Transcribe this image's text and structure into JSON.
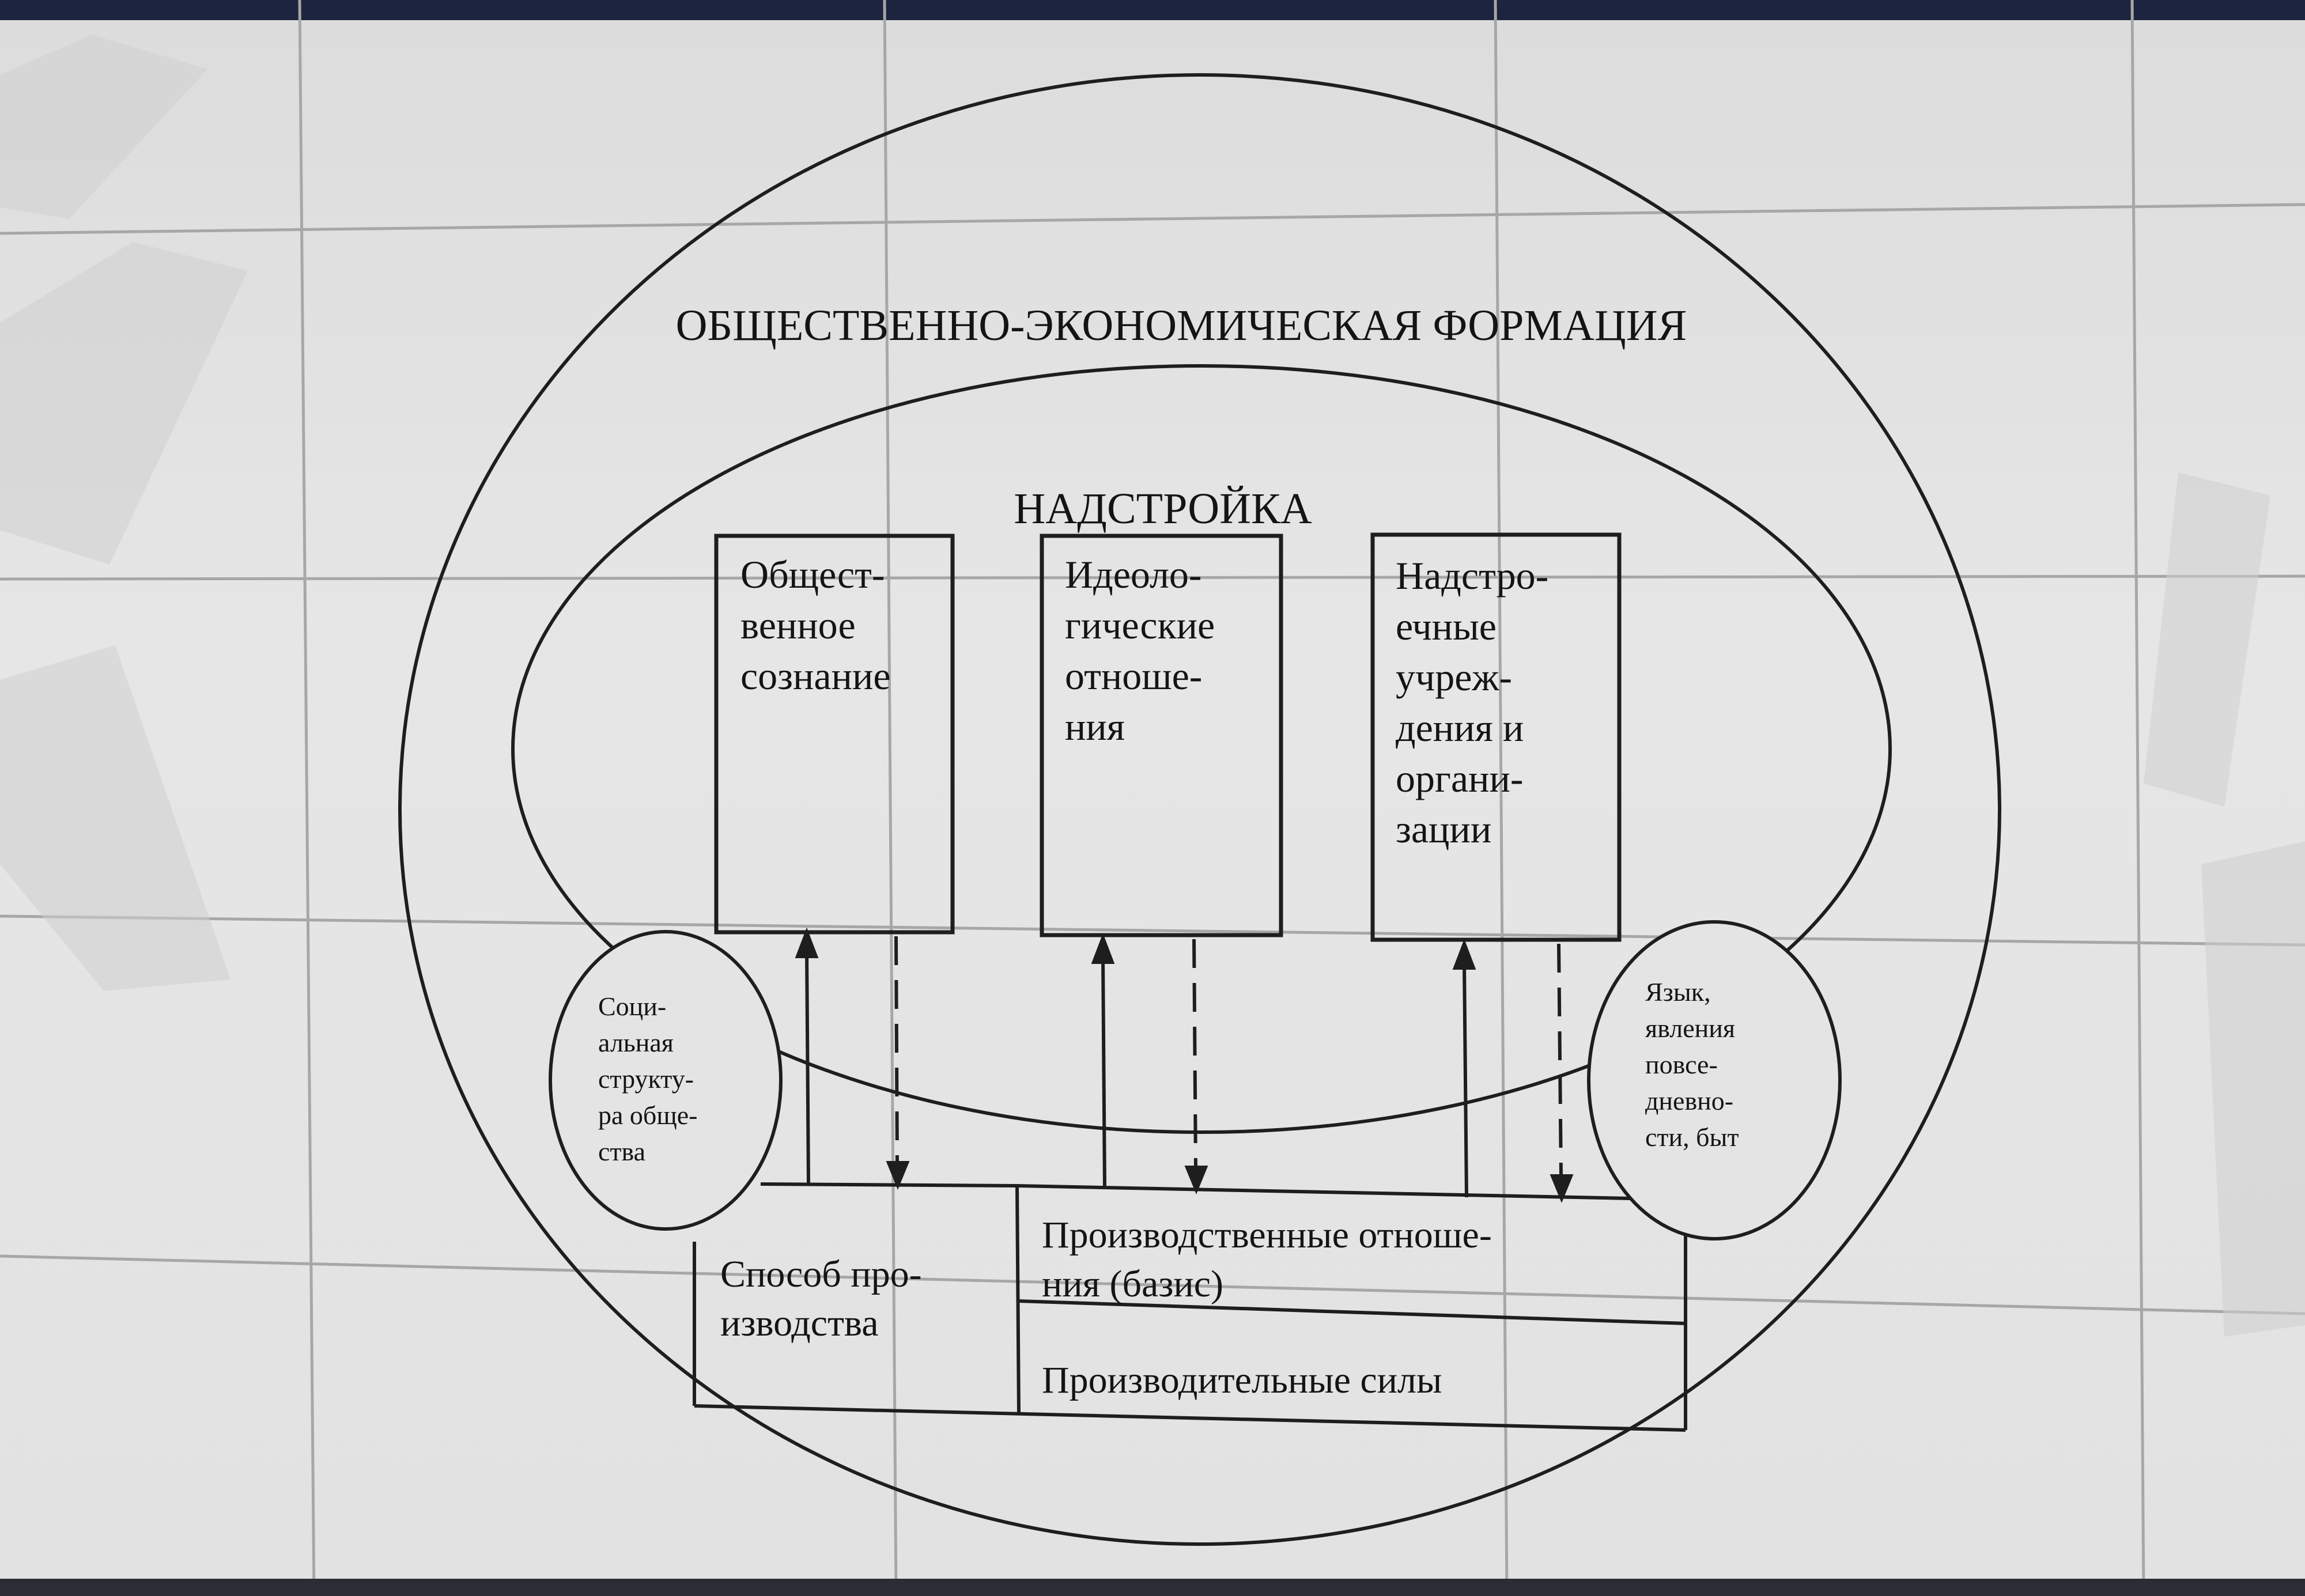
{
  "diagram": {
    "formation_title": "ОБЩЕСТВЕННО-ЭКОНОМИЧЕСКАЯ ФОРМАЦИЯ",
    "superstructure_title": "НАДСТРОЙКА",
    "boxes": [
      {
        "lines": [
          "Общест-",
          "венное",
          "сознание"
        ]
      },
      {
        "lines": [
          "Идеоло-",
          "гические",
          "отноше-",
          "ния"
        ]
      },
      {
        "lines": [
          "Надстро-",
          "ечные",
          "учреж-",
          "дения и",
          "органи-",
          "зации"
        ]
      }
    ],
    "social_structure": {
      "lines": [
        "Соци-",
        "альная",
        "структу-",
        "ра обще-",
        "ства"
      ]
    },
    "language": {
      "lines": [
        "Язык,",
        "явления",
        "повсе-",
        "дневно-",
        "сти, быт"
      ]
    },
    "mode_of_production": {
      "lines": [
        "Способ про-",
        "изводства"
      ]
    },
    "production_relations": {
      "lines": [
        "Производственные отноше-",
        "ния (базис)"
      ]
    },
    "productive_forces": "Производительные силы"
  },
  "colors": {
    "line": "#1e1e1e",
    "text": "#141414",
    "panel_grid": "#a7a7a7"
  }
}
